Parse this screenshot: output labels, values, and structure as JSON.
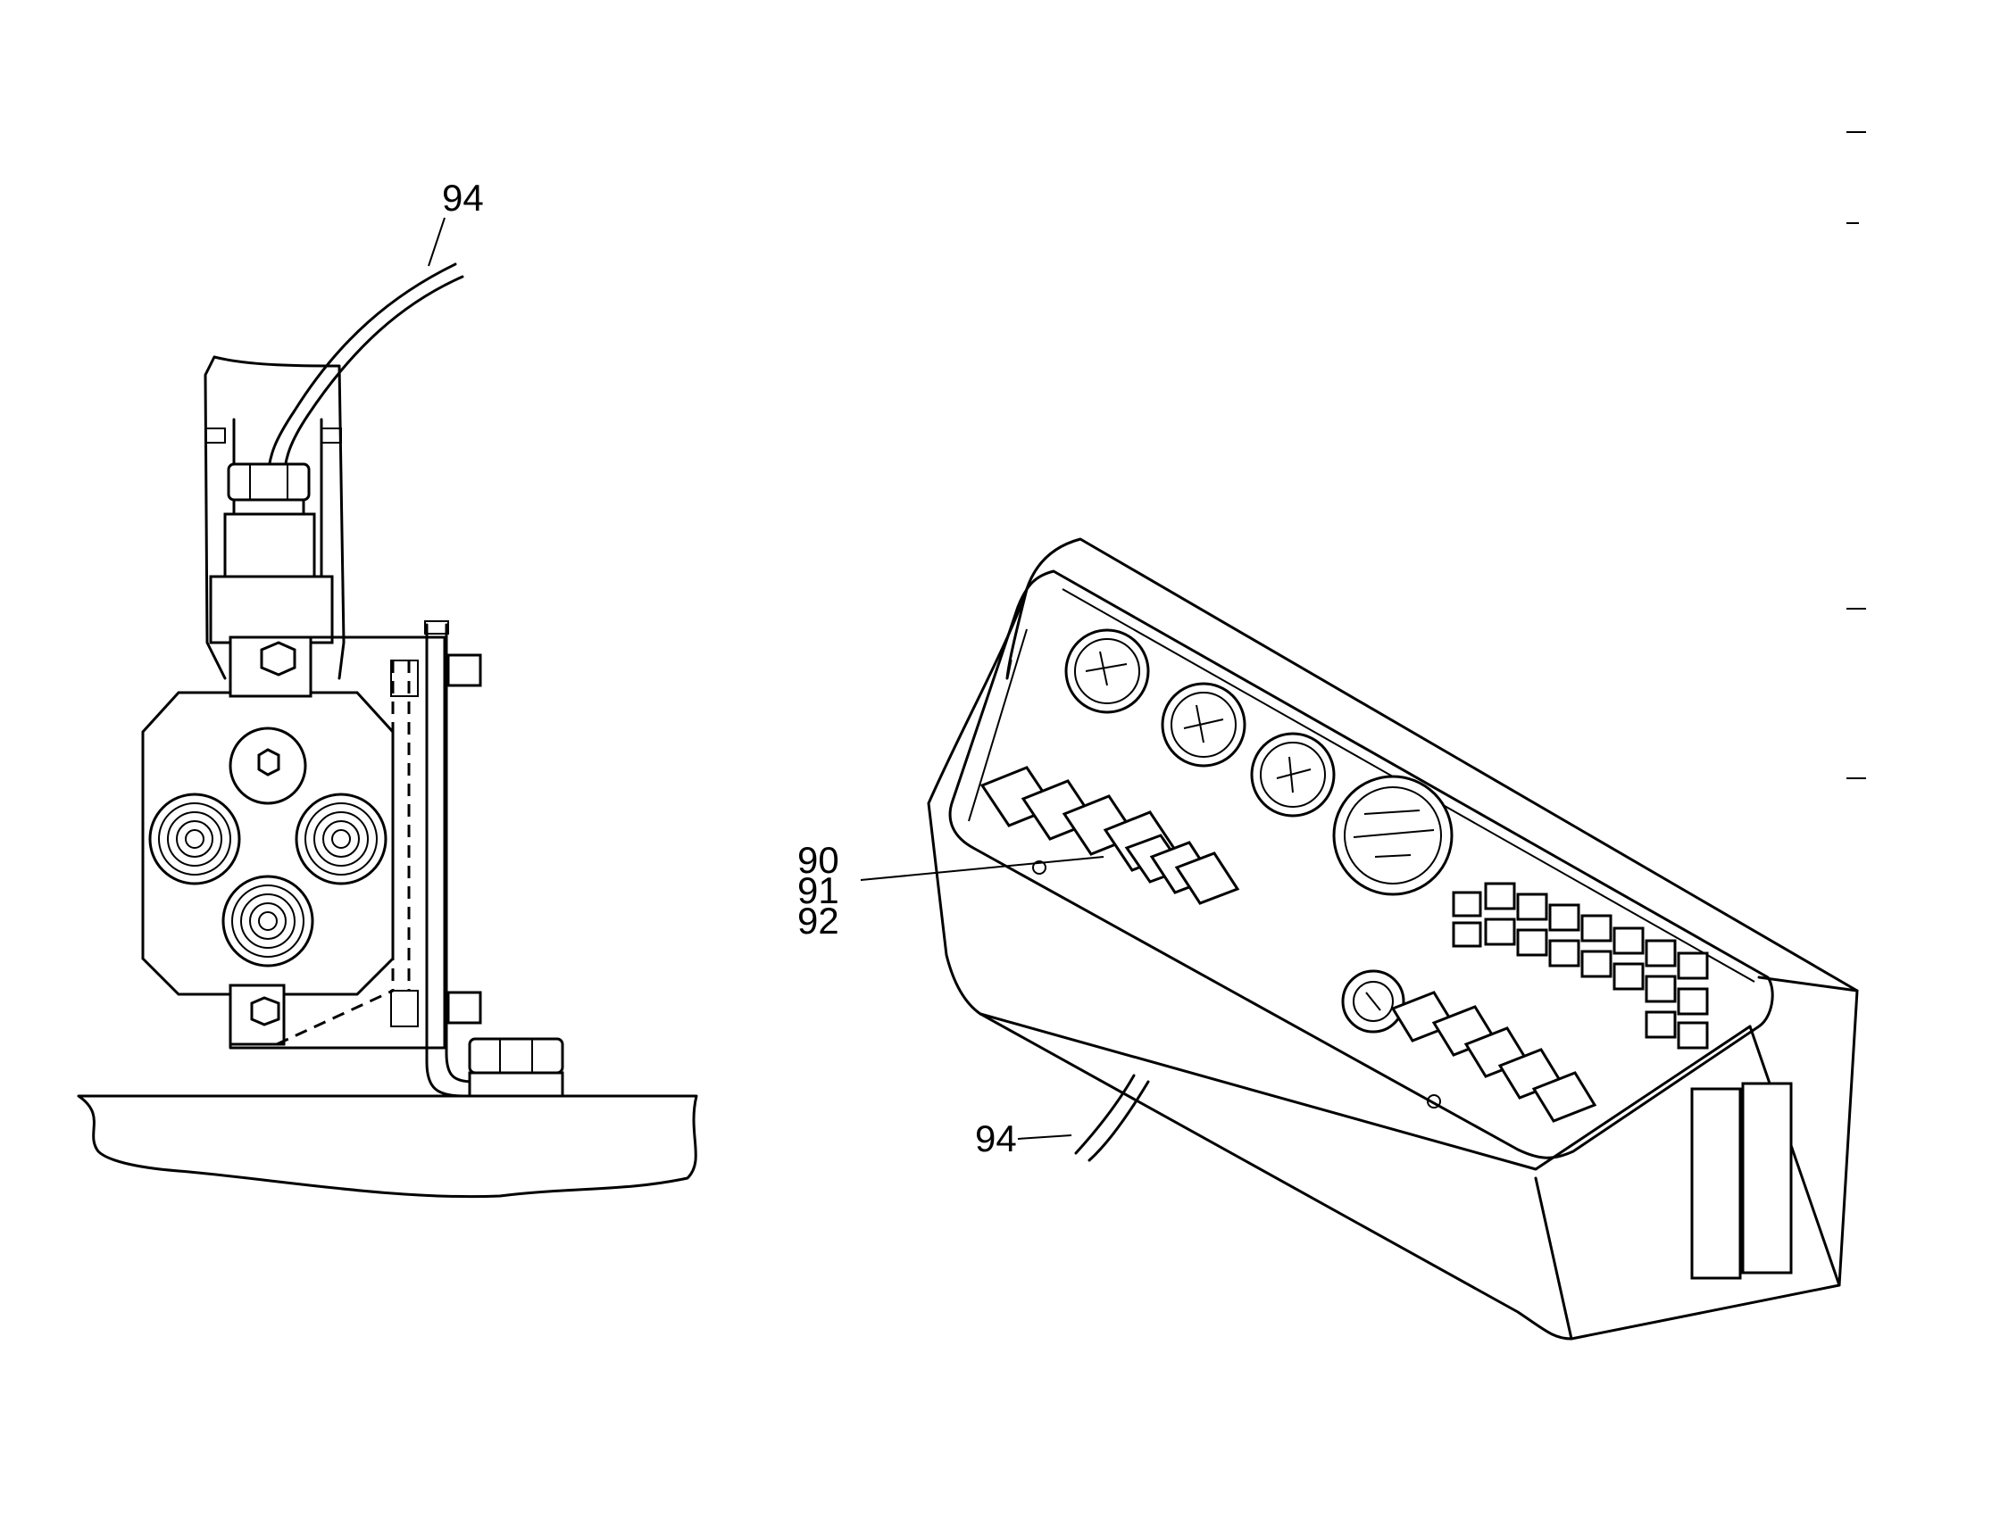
{
  "callouts": {
    "left_cable": "94",
    "panel_item_a": "90",
    "panel_item_b": "91",
    "panel_item_c": "92",
    "panel_cable": "94"
  },
  "colors": {
    "line": "#000000",
    "background": "#ffffff"
  }
}
